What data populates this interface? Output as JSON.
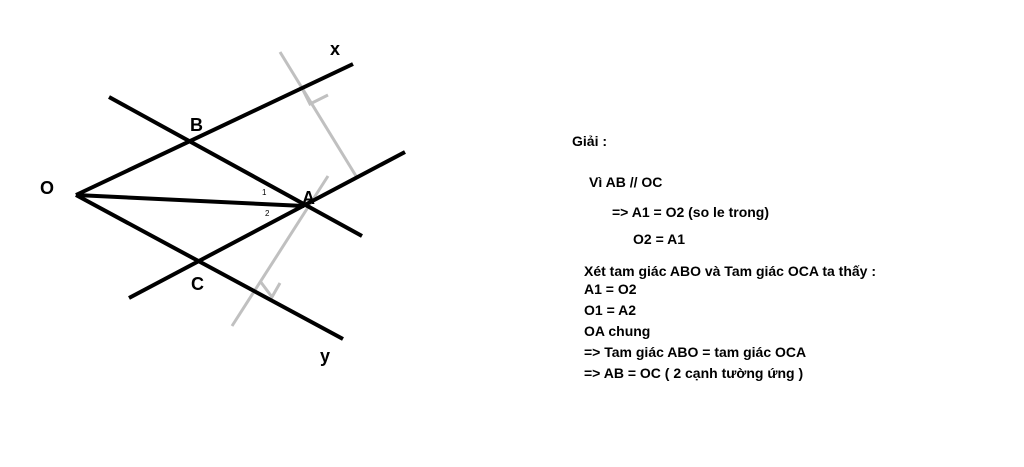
{
  "figure": {
    "points": {
      "O": "O",
      "A": "A",
      "B": "B",
      "C": "C",
      "x": "x",
      "y": "y"
    },
    "angle_marks": {
      "one": "1",
      "two": "2"
    }
  },
  "solution": {
    "heading": "Giải :",
    "lines": [
      "Vì AB // OC",
      "=> A1 = O2 (so le trong)",
      "O2 = A1",
      "Xét tam giác ABO và Tam giác OCA ta thấy :",
      "A1 = O2",
      "O1 = A2",
      "OA chung",
      "=> Tam giác ABO = tam giác OCA",
      "=> AB = OC ( 2 cạnh tường ứng )"
    ]
  },
  "colors": {
    "ink": "#000000",
    "construction": "#c0c0c0",
    "background": "#ffffff"
  }
}
